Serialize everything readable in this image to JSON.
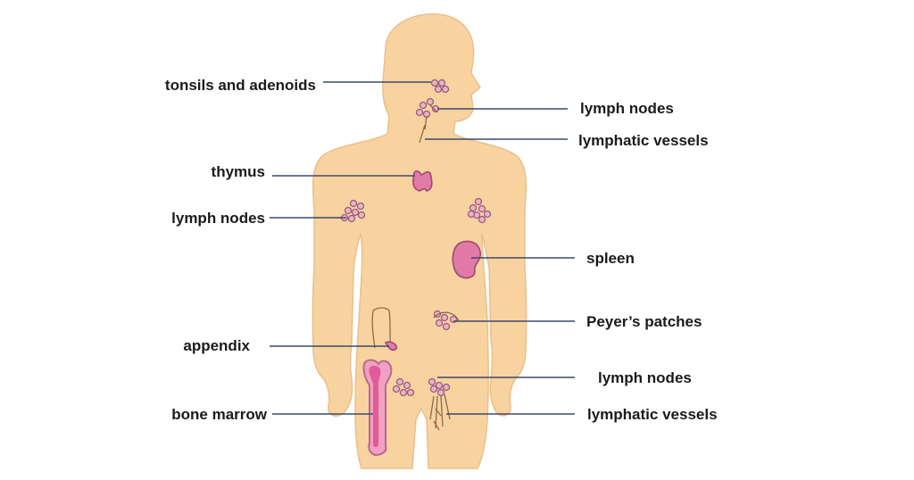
{
  "labels": {
    "tonsils": "tonsils and adenoids",
    "thymus": "thymus",
    "lymph_nodes_left": "lymph nodes",
    "appendix": "appendix",
    "bone_marrow": "bone marrow",
    "lymph_nodes_neck": "lymph nodes",
    "lymphatic_vessels_neck": "lymphatic vessels",
    "spleen": "spleen",
    "peyers_patches": "Peyer’s patches",
    "lymph_nodes_groin": "lymph nodes",
    "lymphatic_vessels_leg": "lymphatic vessels"
  },
  "colors": {
    "skin": "#f8d3a0",
    "skin_outline": "#e0b57e",
    "organ": "#e27aa8",
    "leader": "#3b4a6b"
  }
}
